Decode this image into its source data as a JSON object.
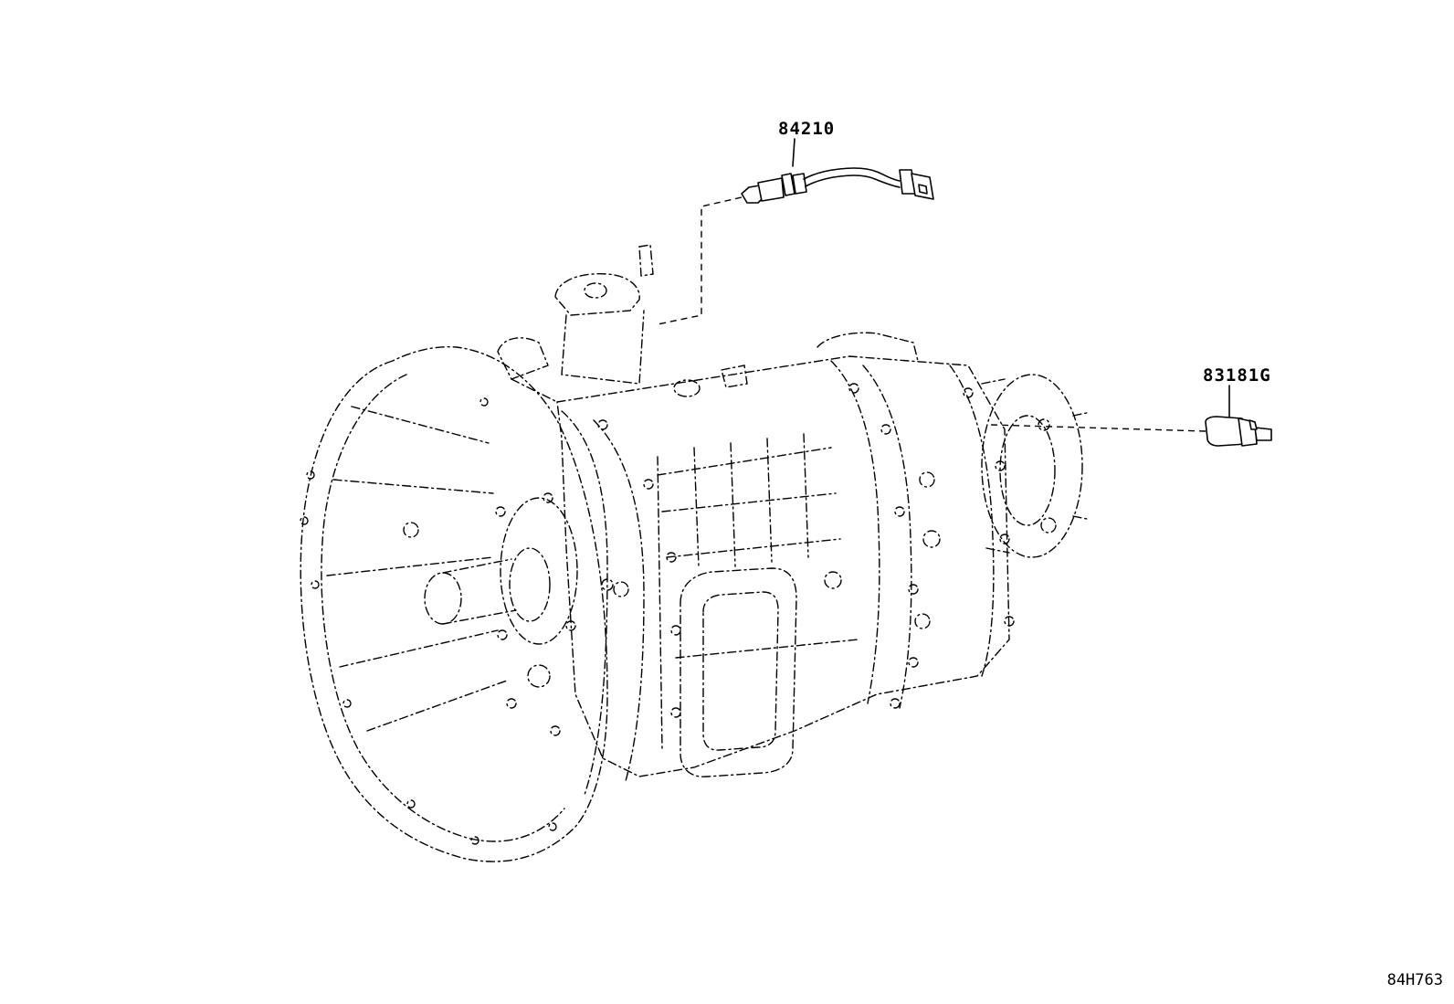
{
  "parts": [
    {
      "number": "84210",
      "icon": "speed-sensor-with-connector-icon"
    },
    {
      "number": "83181G",
      "icon": "speedometer-sensor-icon"
    }
  ],
  "figure_id": "84H763"
}
